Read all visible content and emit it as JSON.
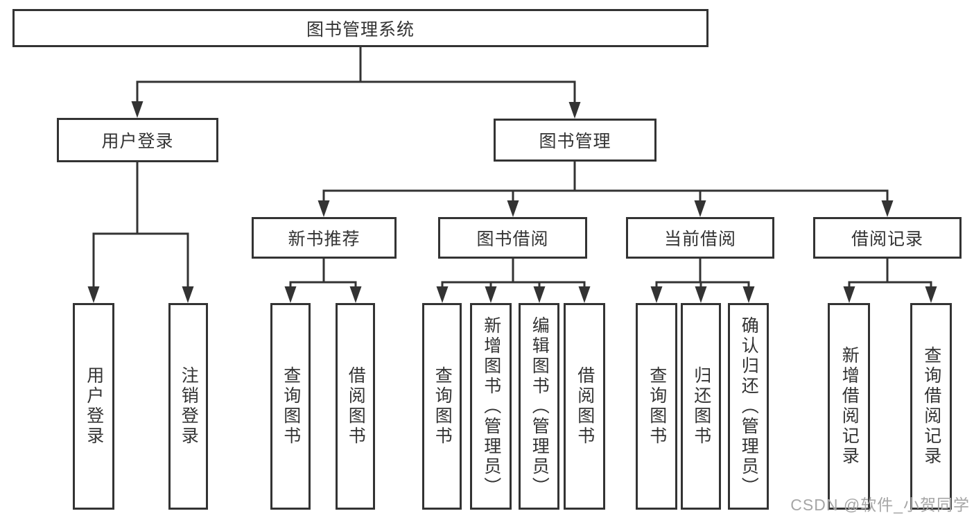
{
  "nodes": {
    "root": "图书管理系统",
    "user_login": "用户登录",
    "book_management": "图书管理",
    "new_book_recommend": "新书推荐",
    "book_borrowing": "图书借阅",
    "current_borrowing": "当前借阅",
    "borrowing_records": "借阅记录",
    "leaf_user_login": "用户登录",
    "leaf_logout": "注销登录",
    "leaf_nbr_query_books": "查询图书",
    "leaf_nbr_borrow_books": "借阅图书",
    "leaf_bb_query_books": "查询图书",
    "leaf_bb_add_books": "新增图书（管理员）",
    "leaf_bb_edit_books": "编辑图书（管理员）",
    "leaf_bb_borrow_books": "借阅图书",
    "leaf_cb_query_books": "查询图书",
    "leaf_cb_return_books": "归还图书",
    "leaf_cb_confirm_return": "确认归还（管理员）",
    "leaf_br_add_record": "新增借阅记录",
    "leaf_br_query_record": "查询借阅记录"
  },
  "watermark": "CSDN @软件_小贺同学",
  "colors": {
    "line": "#333333",
    "text": "#333333",
    "watermark": "#a6a6a6",
    "background": "#ffffff"
  }
}
